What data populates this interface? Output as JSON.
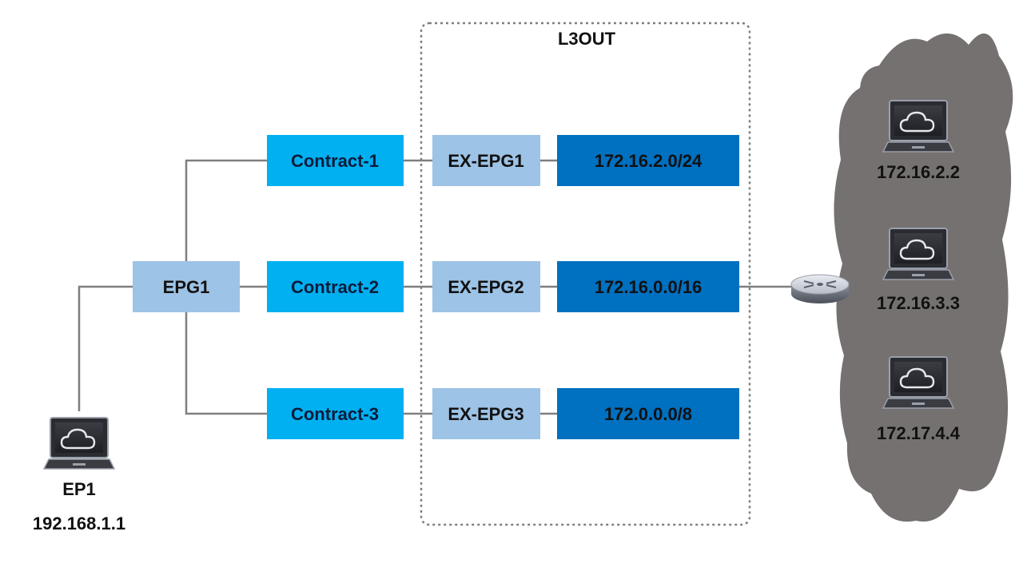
{
  "colors": {
    "epg": "#9dc3e6",
    "contract": "#00b0f0",
    "subnet": "#0070c0",
    "cloud": "#767171",
    "wire": "#7f7f7f",
    "l3out_border": "#7f7f7f"
  },
  "l3out": {
    "label": "L3OUT"
  },
  "epg": {
    "label": "EPG1"
  },
  "endpoint": {
    "name": "EP1",
    "ip": "192.168.1.1",
    "icon": "laptop-cloud-icon"
  },
  "contracts": [
    {
      "label": "Contract-1"
    },
    {
      "label": "Contract-2"
    },
    {
      "label": "Contract-3"
    }
  ],
  "ex_epgs": [
    {
      "label": "EX-EPG1"
    },
    {
      "label": "EX-EPG2"
    },
    {
      "label": "EX-EPG3"
    }
  ],
  "subnets": [
    {
      "label": "172.16.2.0/24"
    },
    {
      "label": "172.16.0.0/16"
    },
    {
      "label": "172.0.0.0/8"
    }
  ],
  "router": {
    "icon": "router-icon"
  },
  "external_hosts": [
    {
      "ip": "172.16.2.2",
      "icon": "laptop-cloud-icon"
    },
    {
      "ip": "172.16.3.3",
      "icon": "laptop-cloud-icon"
    },
    {
      "ip": "172.17.4.4",
      "icon": "laptop-cloud-icon"
    }
  ]
}
